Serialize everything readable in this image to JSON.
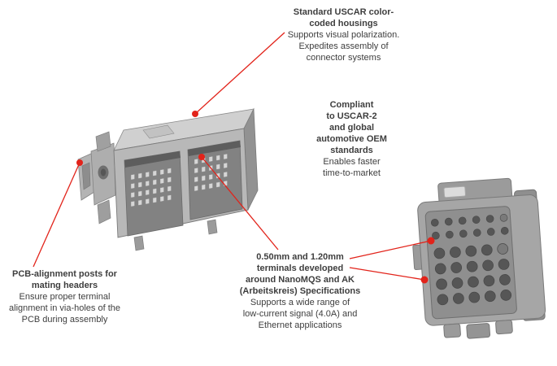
{
  "callouts": {
    "housings": {
      "title": "Standard USCAR color-\ncoded housings",
      "body": "Supports visual polarization.\nExpedites assembly of\nconnector systems"
    },
    "compliance": {
      "title": "Compliant\nto USCAR-2\nand global\nautomotive OEM\nstandards",
      "body": "Enables faster\ntime-to-market"
    },
    "pcb_alignment": {
      "title": "PCB-alignment posts for\nmating headers",
      "body": "Ensure proper terminal\nalignment in via-holes of the\nPCB during assembly"
    },
    "terminals": {
      "title": "0.50mm and 1.20mm\nterminals developed\naround NanoMQS and AK\n(Arbeitskreis) Specifications",
      "body": "Supports a wide range of\nlow-current signal (4.0A) and\nEthernet applications"
    }
  },
  "colors": {
    "leader_line": "#e2231a",
    "text": "#3e3e3e",
    "background": "#ffffff"
  },
  "graphics": {
    "header_connector": "dual-cavity-pcb-header-graphic",
    "plug_connector": "multi-terminal-plug-housing-graphic"
  }
}
